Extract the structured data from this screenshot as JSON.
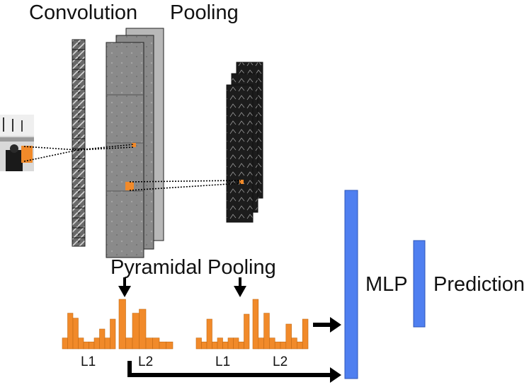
{
  "labels": {
    "convolution": "Convolution",
    "pooling": "Pooling",
    "pyramidal_pooling": "Pyramidal Pooling",
    "mlp": "MLP",
    "prediction": "Prediction",
    "hist1_l1": "L1",
    "hist1_l2": "L2",
    "hist2_l1": "L1",
    "hist2_l2": "L2"
  },
  "colors": {
    "orange": "#f18a2a",
    "blue": "#4f7ff0",
    "feature_map": "#8a8a8a",
    "pooled_map": "#1e1e1e",
    "arrow": "#000000"
  },
  "histograms": {
    "hist1_l1": [
      0.22,
      0.72,
      0.62,
      0.22,
      0.14,
      0.14,
      0.22,
      0.4,
      0.22,
      0.6
    ],
    "hist1_l2": [
      1.0,
      0.22,
      0.72,
      0.8,
      0.22,
      0.22,
      0.14,
      0.14
    ],
    "hist2_l1": [
      0.22,
      0.14,
      0.6,
      0.14,
      0.22,
      0.14,
      0.22,
      0.22,
      0.14,
      0.7
    ],
    "hist2_l2": [
      1.0,
      0.22,
      0.72,
      0.22,
      0.14,
      0.14,
      0.5,
      0.22,
      0.14,
      0.6
    ]
  }
}
